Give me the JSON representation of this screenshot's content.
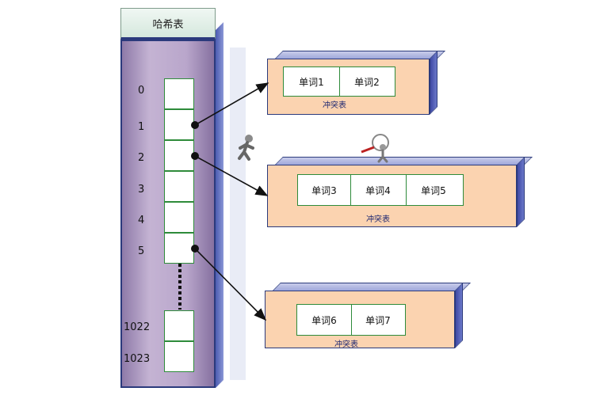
{
  "hash_table": {
    "title": "哈希表",
    "indices": [
      "0",
      "1",
      "2",
      "3",
      "4",
      "5",
      "1022",
      "1023"
    ]
  },
  "collision_tables": [
    {
      "label": "冲突表",
      "words": [
        "单词1",
        "单词2"
      ]
    },
    {
      "label": "冲突表",
      "words": [
        "单词3",
        "单词4",
        "单词5"
      ]
    },
    {
      "label": "冲突表",
      "words": [
        "单词6",
        "单词7"
      ]
    }
  ],
  "pointers": [
    {
      "from_index": "1",
      "to": "collision-table-1"
    },
    {
      "from_index": "2",
      "to": "collision-table-2"
    },
    {
      "from_index": "5",
      "to": "collision-table-3"
    }
  ],
  "icons": [
    "walking-figure-icon",
    "magnifier-figure-icon"
  ],
  "colors": {
    "table_fill": "#b9a6cb",
    "collision_fill": "#fbd3b0",
    "slot_border": "#2e8b3a",
    "edge": "#2b3a7c"
  }
}
